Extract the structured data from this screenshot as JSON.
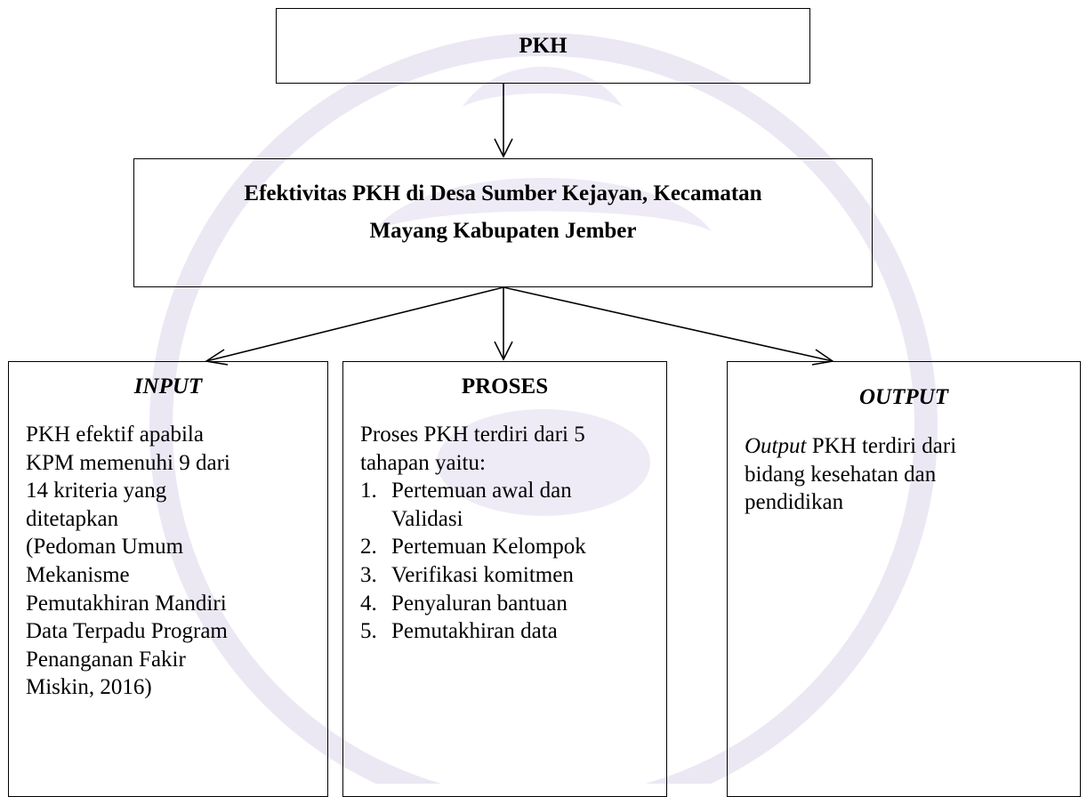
{
  "top_box": {
    "title": "PKH"
  },
  "middle_box": {
    "title_line1": "Efektivitas PKH di Desa Sumber Kejayan, Kecamatan",
    "title_line2": "Mayang Kabupaten Jember"
  },
  "input_box": {
    "heading": "INPUT",
    "lines": [
      "PKH efektif apabila",
      "KPM memenuhi 9 dari",
      "14 kriteria yang",
      "ditetapkan",
      "(Pedoman Umum",
      "Mekanisme",
      "Pemutakhiran Mandiri",
      "Data Terpadu Program",
      "Penanganan Fakir",
      "Miskin, 2016)"
    ]
  },
  "proses_box": {
    "heading": "PROSES",
    "intro_line1": "Proses PKH terdiri dari 5",
    "intro_line2": "tahapan yaitu:",
    "steps": [
      {
        "num": "1.",
        "line1": "Pertemuan awal dan",
        "line2": "Validasi"
      },
      {
        "num": "2.",
        "line1": "Pertemuan Kelompok",
        "line2": ""
      },
      {
        "num": "3.",
        "line1": "Verifikasi komitmen",
        "line2": ""
      },
      {
        "num": "4.",
        "line1": "Penyaluran bantuan",
        "line2": ""
      },
      {
        "num": "5.",
        "line1": "Pemutakhiran data",
        "line2": ""
      }
    ]
  },
  "output_box": {
    "heading": "OUTPUT",
    "emph": "Output",
    "line1_rest": " PKH terdiri dari",
    "line2": "bidang kesehatan dan",
    "line3": "pendidikan"
  },
  "colors": {
    "line": "#000000",
    "watermark": "#e9e6f3"
  }
}
